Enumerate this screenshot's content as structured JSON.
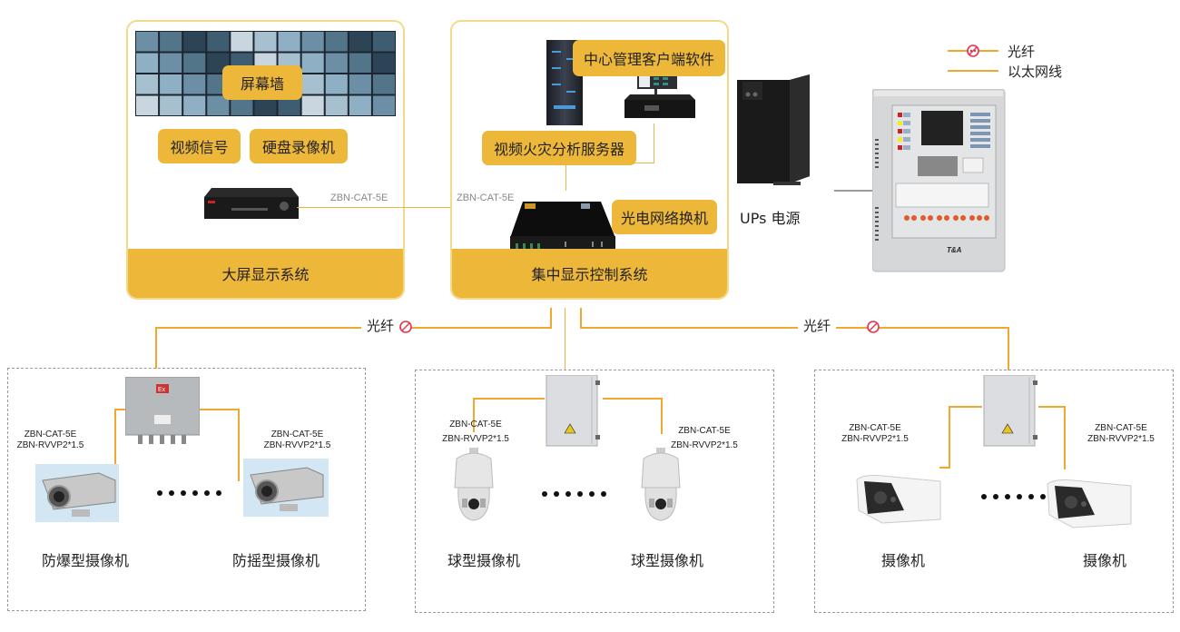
{
  "legend": {
    "fiber_label": "光纤",
    "ethernet_label": "以太网线"
  },
  "colors": {
    "accent": "#edb73a",
    "line": "#f0a830",
    "fiber_marker": "#e8324a",
    "dashed_border": "#9a9a9a"
  },
  "big_screen_system": {
    "title": "大屏显示系统",
    "screen_wall_label": "屏幕墙",
    "video_signal_label": "视频信号",
    "nvr_label": "硬盘录像机",
    "cable_label": "ZBN-CAT-5E"
  },
  "central_control_system": {
    "title": "集中显示控制系统",
    "client_software_label": "中心管理客户端软件",
    "analysis_server_label": "视频火灾分析服务器",
    "switch_label": "光电网络换机",
    "cable_label": "ZBN-CAT-5E"
  },
  "ups": {
    "label": "UPs 电源"
  },
  "fire_panel": {
    "brand": "T&A"
  },
  "links": {
    "left_fiber_label": "光纤",
    "right_fiber_label": "光纤"
  },
  "zones": [
    {
      "name": "explosion-proof-zone",
      "left_cable": [
        "ZBN-CAT-5E",
        "ZBN-RVVP2*1.5"
      ],
      "right_cable": [
        "ZBN-CAT-5E",
        "ZBN-RVVP2*1.5"
      ],
      "left_camera_label": "防爆型摄像机",
      "right_camera_label": "防摇型摄像机",
      "box_mark": "Ex"
    },
    {
      "name": "dome-zone",
      "left_cable": [
        "ZBN-CAT-5E",
        "ZBN-RVVP2*1.5"
      ],
      "right_cable": [
        "ZBN-CAT-5E",
        "ZBN-RVVP2*1.5"
      ],
      "left_camera_label": "球型摄像机",
      "right_camera_label": "球型摄像机"
    },
    {
      "name": "bullet-zone",
      "left_cable": [
        "ZBN-CAT-5E",
        "ZBN-RVVP2*1.5"
      ],
      "right_cable": [
        "ZBN-CAT-5E",
        "ZBN-RVVP2*1.5"
      ],
      "left_camera_label": "摄像机",
      "right_camera_label": "摄像机"
    }
  ]
}
